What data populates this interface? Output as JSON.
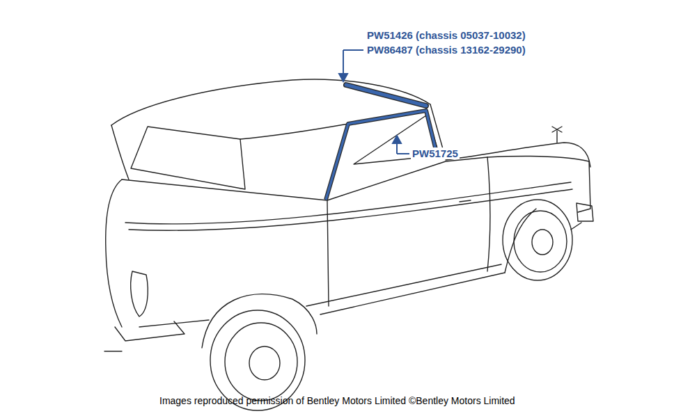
{
  "diagram": {
    "caption": "Images reproduced permission of Bentley Motors Limited ©Bentley Motors Limited",
    "labels": [
      "PW51426 (chassis 05037-10032)",
      "PW86487 (chassis 13162-29290)",
      "PW51725"
    ]
  }
}
